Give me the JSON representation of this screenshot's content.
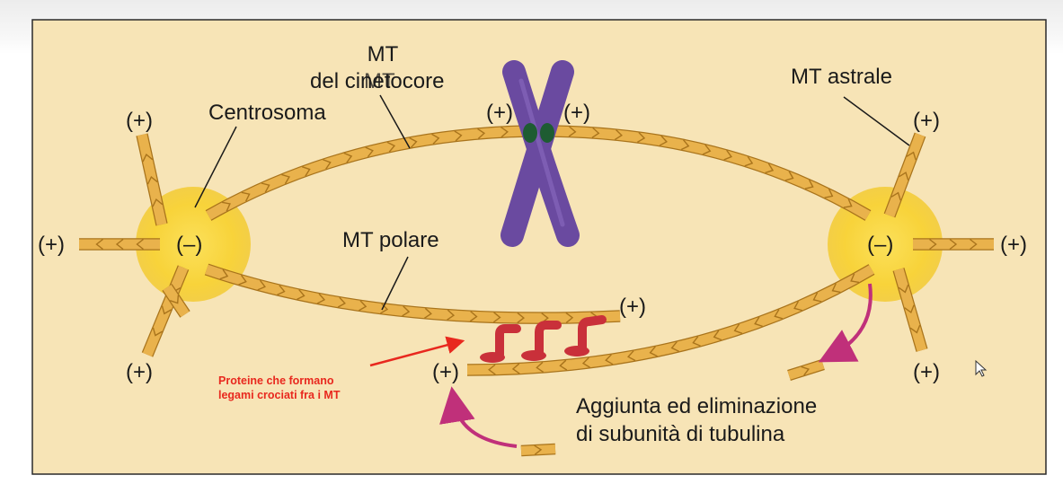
{
  "colors": {
    "background": "#f7e4b6",
    "microtubule": "#e9b24c",
    "microtubule_outline": "#a9741c",
    "centrosome": "#f8d33a",
    "chromosome": "#6a4aa0",
    "kinetochore": "#1e5c32",
    "crosslinker": "#c9303a",
    "arrow_magenta": "#c0307a",
    "arrow_red": "#e8281e",
    "note_text": "#e8281e"
  },
  "labels": {
    "mt_kinetochore_line1": "MT",
    "mt_kinetochore_line2": "del cinetocore",
    "mt_kinetochore_overlap": "MT",
    "centrosome": "Centrosoma",
    "mt_astral": "MT astrale",
    "mt_polar": "MT polare",
    "tubulin_line1": "Aggiunta ed eliminazione",
    "tubulin_line2": "di subunità di tubulina",
    "crosslink_line1": "Proteine che formano",
    "crosslink_line2": "legami crociati  fra i MT"
  },
  "signs": {
    "plus": "(+)",
    "minus": "(–)"
  },
  "icons": {
    "cursor": "mouse-pointer-icon"
  }
}
